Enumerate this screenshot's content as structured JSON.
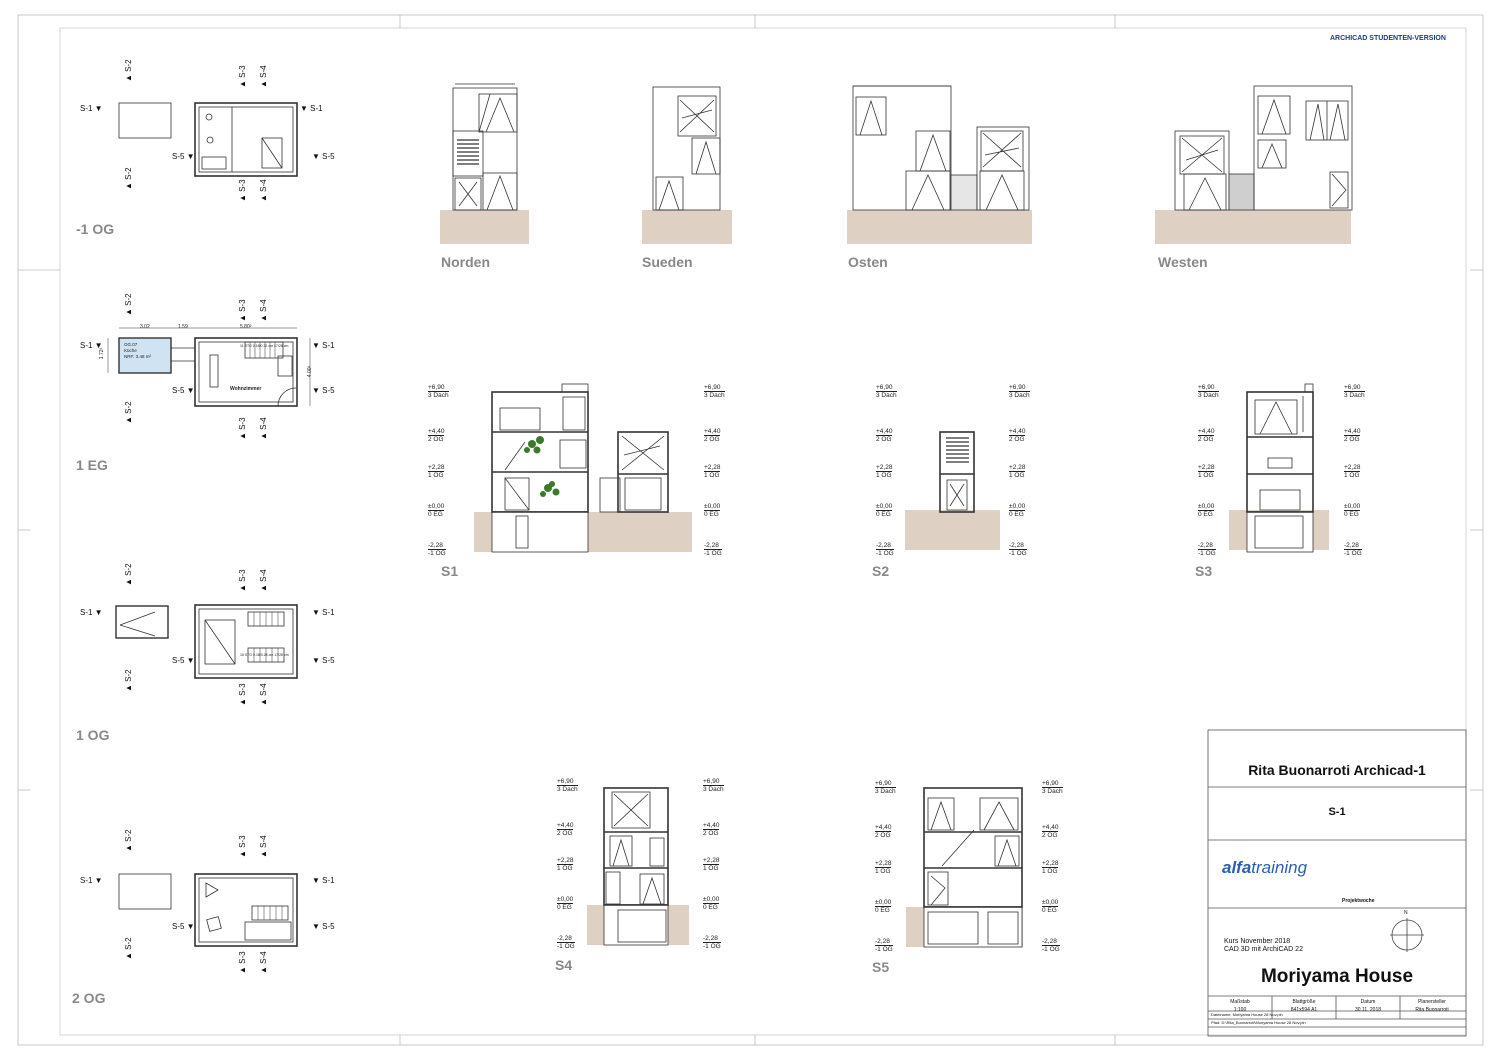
{
  "watermark": "ARCHICAD STUDENTEN-VERSION",
  "plans": [
    {
      "id": "p_m1",
      "label": "-1 OG"
    },
    {
      "id": "p_eg",
      "label": "1 EG",
      "dims": {
        "a": "3.02",
        "b": "1.59",
        "c": "5.80²",
        "v1": "1.72²",
        "v2": "4.00²"
      },
      "room": {
        "code": "OG.07",
        "name": "Küche",
        "area": "NRF: 3.48 m²"
      },
      "living": "Wohnzimmer",
      "stair_note": "11 STG 0.18/0.32 cm 17/28 cm"
    },
    {
      "id": "p_1og",
      "label": "1 OG",
      "stair_note": "16 STG 0.18/0.28 cm 17/28 cm"
    },
    {
      "id": "p_2og",
      "label": "2 OG"
    }
  ],
  "section_marks": [
    "S-1",
    "S-2",
    "S-3",
    "S-4",
    "S-5"
  ],
  "elevations": [
    {
      "id": "norden",
      "label": "Norden"
    },
    {
      "id": "sueden",
      "label": "Sueden"
    },
    {
      "id": "osten",
      "label": "Osten"
    },
    {
      "id": "westen",
      "label": "Westen"
    }
  ],
  "sections": [
    {
      "id": "s1",
      "label": "S1"
    },
    {
      "id": "s2",
      "label": "S2"
    },
    {
      "id": "s3",
      "label": "S3"
    },
    {
      "id": "s4",
      "label": "S4"
    },
    {
      "id": "s5",
      "label": "S5"
    }
  ],
  "levels": [
    {
      "v": "+6,90",
      "n": "3 Dach"
    },
    {
      "v": "+4,40",
      "n": "2 OG"
    },
    {
      "v": "+2,28",
      "n": "1 OG"
    },
    {
      "v": "±0,00",
      "n": "0 EG"
    },
    {
      "v": "-2,28",
      "n": "-1 OG"
    }
  ],
  "title_block": {
    "title": "Rita Buonarroti Archicad-1",
    "sheet": "S-1",
    "logo_left": "alfa",
    "logo_right": "training",
    "project_tag": "Projektwoche",
    "north": "N",
    "course": "Kurs November 2018",
    "subject": "CAD 3D mit ArchiCAD 22",
    "project": "Moriyama House",
    "headers": [
      "Maßstab",
      "Blattgröße",
      "Datum",
      "Planersteller"
    ],
    "values": [
      "1:100",
      "841x594 A1",
      "30.11. 2018",
      "Rita Buonarroti"
    ],
    "file1": "Dateiname: Moriyama House 28 Nov.pln",
    "file2": "Pfad: D:\\Rita_Buonarroti\\Moriyama House 28 Nov.pln"
  },
  "colors": {
    "ground": "#ded0c2",
    "frame": "#999999",
    "line": "#333333",
    "label": "#888888",
    "watermark": "#1d3a8a",
    "logo": "#2a5fb0",
    "room_fill": "#cfe3f3",
    "plant": "#3a7a2a"
  }
}
